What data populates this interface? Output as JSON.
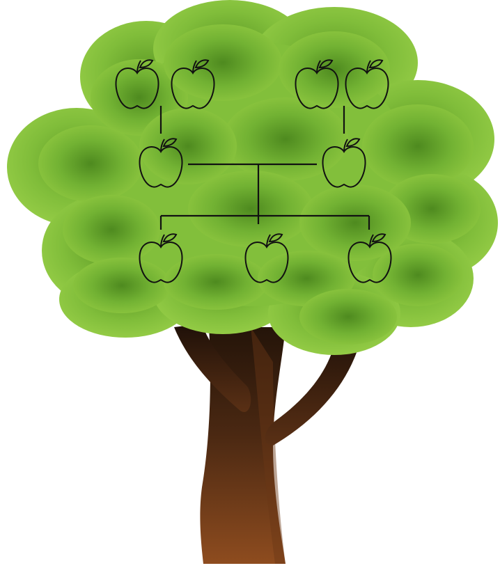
{
  "colors": {
    "background": "#ffffff",
    "foliage_light": "#8dc63f",
    "foliage_mid": "#6fae2e",
    "foliage_dark": "#4e8a1f",
    "trunk_light": "#8a4a20",
    "trunk_dark": "#2e1a0e",
    "outline": "#111111"
  },
  "icons": {
    "apple": "apple-icon"
  },
  "family_tree": {
    "grandparents_left": [
      "apple",
      "apple"
    ],
    "grandparents_right": [
      "apple",
      "apple"
    ],
    "parents": [
      "apple",
      "apple"
    ],
    "children": [
      "apple",
      "apple",
      "apple"
    ]
  }
}
